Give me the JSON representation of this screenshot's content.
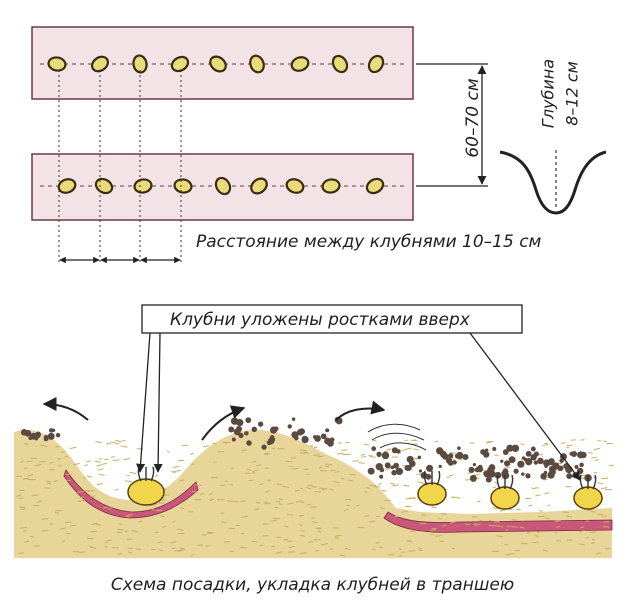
{
  "labels": {
    "row_distance": "60–70 см",
    "depth_word": "Глубина",
    "depth_value": "8–12 см",
    "tuber_spacing": "Расстояние между клубнями 10–15 см",
    "tubers_sprouts_up": "Клубни уложены ростками вверх",
    "caption": "Схема посадки, укладка клубней в траншею"
  },
  "colors": {
    "bed_fill": "#f3e2e6",
    "bed_outline": "#6b3a46",
    "tuber_fill": "#eadb7a",
    "tuber_outline": "#3a2a10",
    "soil_fill": "#e8d59a",
    "soil_dots": "#c7ad62",
    "furrow_fill": "#c9577a",
    "clod_fill": "#5a4a40",
    "sprout_tuber": "#f2d64a",
    "line": "#222222"
  }
}
